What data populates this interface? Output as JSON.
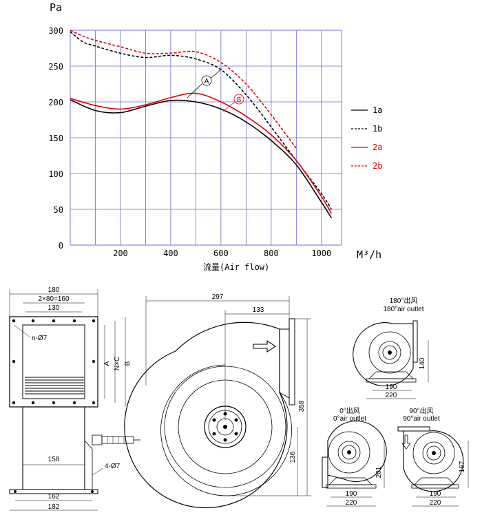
{
  "chart_data": {
    "type": "line",
    "ylabel": "Pa",
    "xlabel": "流量(Air flow)",
    "x_unit": "M³/h",
    "xlim": [
      0,
      1080
    ],
    "ylim": [
      0,
      300
    ],
    "x_ticks": [
      "200",
      "400",
      "600",
      "800",
      "1000"
    ],
    "y_ticks": [
      "0",
      "50",
      "100",
      "150",
      "200",
      "250",
      "300"
    ],
    "legend_position": "right",
    "grid": true,
    "annotations": [
      "A",
      "B"
    ],
    "series": [
      {
        "name": "1a",
        "color": "#000000",
        "dash": "solid",
        "x": [
          0,
          100,
          200,
          300,
          400,
          500,
          600,
          700,
          800,
          900,
          1000,
          1040
        ],
        "y": [
          203,
          188,
          185,
          194,
          202,
          200,
          190,
          172,
          146,
          112,
          60,
          38
        ]
      },
      {
        "name": "1b",
        "color": "#000000",
        "dash": "dashed",
        "x": [
          0,
          50,
          100,
          200,
          300,
          400,
          500,
          600,
          700,
          800,
          900,
          1000,
          1040
        ],
        "y": [
          298,
          284,
          278,
          268,
          262,
          265,
          260,
          245,
          210,
          165,
          118,
          72,
          50
        ]
      },
      {
        "name": "2a",
        "color": "#e00000",
        "dash": "solid",
        "x": [
          0,
          100,
          200,
          300,
          400,
          500,
          600,
          700,
          800,
          900,
          1000,
          1040
        ],
        "y": [
          205,
          195,
          190,
          196,
          206,
          212,
          200,
          180,
          154,
          118,
          68,
          44
        ]
      },
      {
        "name": "2b",
        "color": "#e00000",
        "dash": "dashed",
        "x": [
          0,
          50,
          100,
          200,
          300,
          400,
          500,
          600,
          700,
          800,
          900
        ],
        "y": [
          300,
          292,
          286,
          277,
          268,
          268,
          270,
          255,
          225,
          182,
          135
        ]
      }
    ]
  },
  "drawings": {
    "front": {
      "dim_180": "180",
      "dim_2x80": "2×80=160",
      "dim_130": "130",
      "holes": "n-Ø7",
      "label_a": "A",
      "label_nxc": "N×C",
      "label_b": "B",
      "dim_158": "158",
      "dim_162": "162",
      "dim_182": "182",
      "base_holes": "4-Ø7"
    },
    "side": {
      "dim_297": "297",
      "dim_133": "133",
      "dim_358": "358",
      "dim_136": "136"
    },
    "outlet_180": {
      "title_cn": "180°出风",
      "title_en": "180°air outlet",
      "dim_140": "140",
      "dim_190": "190",
      "dim_220": "220"
    },
    "outlet_0": {
      "title_cn": "0°出风",
      "title_en": "0°air outlet",
      "dim_201": "201",
      "dim_190": "190",
      "dim_220": "220"
    },
    "outlet_90": {
      "title_cn": "90°出风",
      "title_en": "90°air outlet",
      "dim_167": "167",
      "dim_190": "190",
      "dim_220": "220"
    }
  }
}
